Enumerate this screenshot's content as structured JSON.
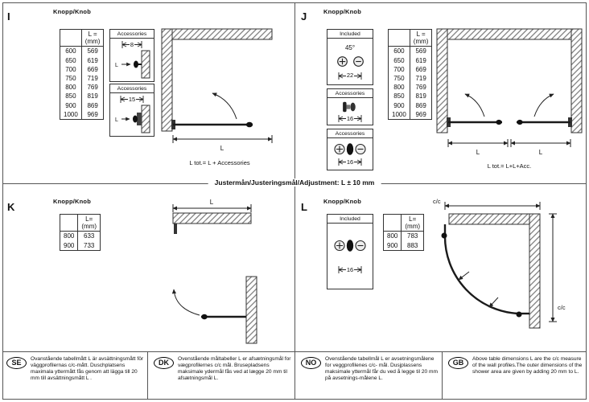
{
  "page": {
    "adjustment_note": "Justermån/Justeringsmål/Adjustment: L ± 10 mm"
  },
  "sections": {
    "i": {
      "id": "I",
      "header": "Knopp/Knob",
      "table": {
        "header_line1": "L =",
        "header_line2": "(mm)",
        "rows": [
          {
            "l": "600",
            "mm": "569"
          },
          {
            "l": "650",
            "mm": "619"
          },
          {
            "l": "700",
            "mm": "669"
          },
          {
            "l": "750",
            "mm": "719"
          },
          {
            "l": "800",
            "mm": "769"
          },
          {
            "l": "850",
            "mm": "819"
          },
          {
            "l": "900",
            "mm": "869"
          },
          {
            "l": "1000",
            "mm": "969"
          }
        ]
      },
      "accessories_top": {
        "title": "Accessories",
        "dim": "8",
        "label": "L"
      },
      "accessories_bottom": {
        "title": "Accessories",
        "dim": "15",
        "label": "L"
      },
      "diagram": {
        "dim": "L",
        "total": "L tot.= L + Accessories"
      }
    },
    "j": {
      "id": "J",
      "header": "Knopp/Knob",
      "included": {
        "title": "Included",
        "angle": "45°",
        "dim": "22"
      },
      "accessories_top": {
        "title": "Accessories",
        "dim": "16"
      },
      "accessories_bottom": {
        "title": "Accessories",
        "dim": "16"
      },
      "table": {
        "header_line1": "L =",
        "header_line2": "(mm)",
        "rows": [
          {
            "l": "600",
            "mm": "569"
          },
          {
            "l": "650",
            "mm": "619"
          },
          {
            "l": "700",
            "mm": "669"
          },
          {
            "l": "750",
            "mm": "719"
          },
          {
            "l": "800",
            "mm": "769"
          },
          {
            "l": "850",
            "mm": "819"
          },
          {
            "l": "900",
            "mm": "869"
          },
          {
            "l": "1000",
            "mm": "969"
          }
        ]
      },
      "diagram": {
        "dim_left": "L",
        "dim_right": "L",
        "total": "L tot.= L+L+Acc."
      }
    },
    "k": {
      "id": "K",
      "header": "Knopp/Knob",
      "table": {
        "header_line1": "L=",
        "header_line2": "(mm)",
        "rows": [
          {
            "l": "800",
            "mm": "633"
          },
          {
            "l": "900",
            "mm": "733"
          }
        ]
      },
      "diagram": {
        "dim": "L"
      }
    },
    "l": {
      "id": "L",
      "header": "Knopp/Knob",
      "included": {
        "title": "Included",
        "dim": "16"
      },
      "table": {
        "header_line1": "L=",
        "header_line2": "(mm)",
        "rows": [
          {
            "l": "800",
            "mm": "783"
          },
          {
            "l": "900",
            "mm": "883"
          }
        ]
      },
      "diagram": {
        "cc_top": "c/c",
        "cc_right": "c/c"
      }
    }
  },
  "footnotes": [
    {
      "code": "SE",
      "text": "Ovanstående tabellmått L är avsättningsmått för väggprofilernas c/c-mått. Duschplatsens maximala yttermått fås genom att lägga till 20 mm till avsättningsmått L ."
    },
    {
      "code": "DK",
      "text": "Ovenstående måltabeller L er afsætningsmål for vægprofilernes c/c mål. Brusepladsens maksimale ydermål fås ved at lægge 20 mm til afsætningsmål L."
    },
    {
      "code": "NO",
      "text": "Ovenstående tabellmål L er avsetningsmålene for veggprofilenes c/c- mål. Dusjplassens maksimale yttermål får du ved å legge til 20 mm på avsetnings-målene L."
    },
    {
      "code": "GB",
      "text": "Above table dimensions L are the c/c measure of the wall profiles.The outer dimensions of the shower area are given by adding 20 mm to L."
    }
  ]
}
